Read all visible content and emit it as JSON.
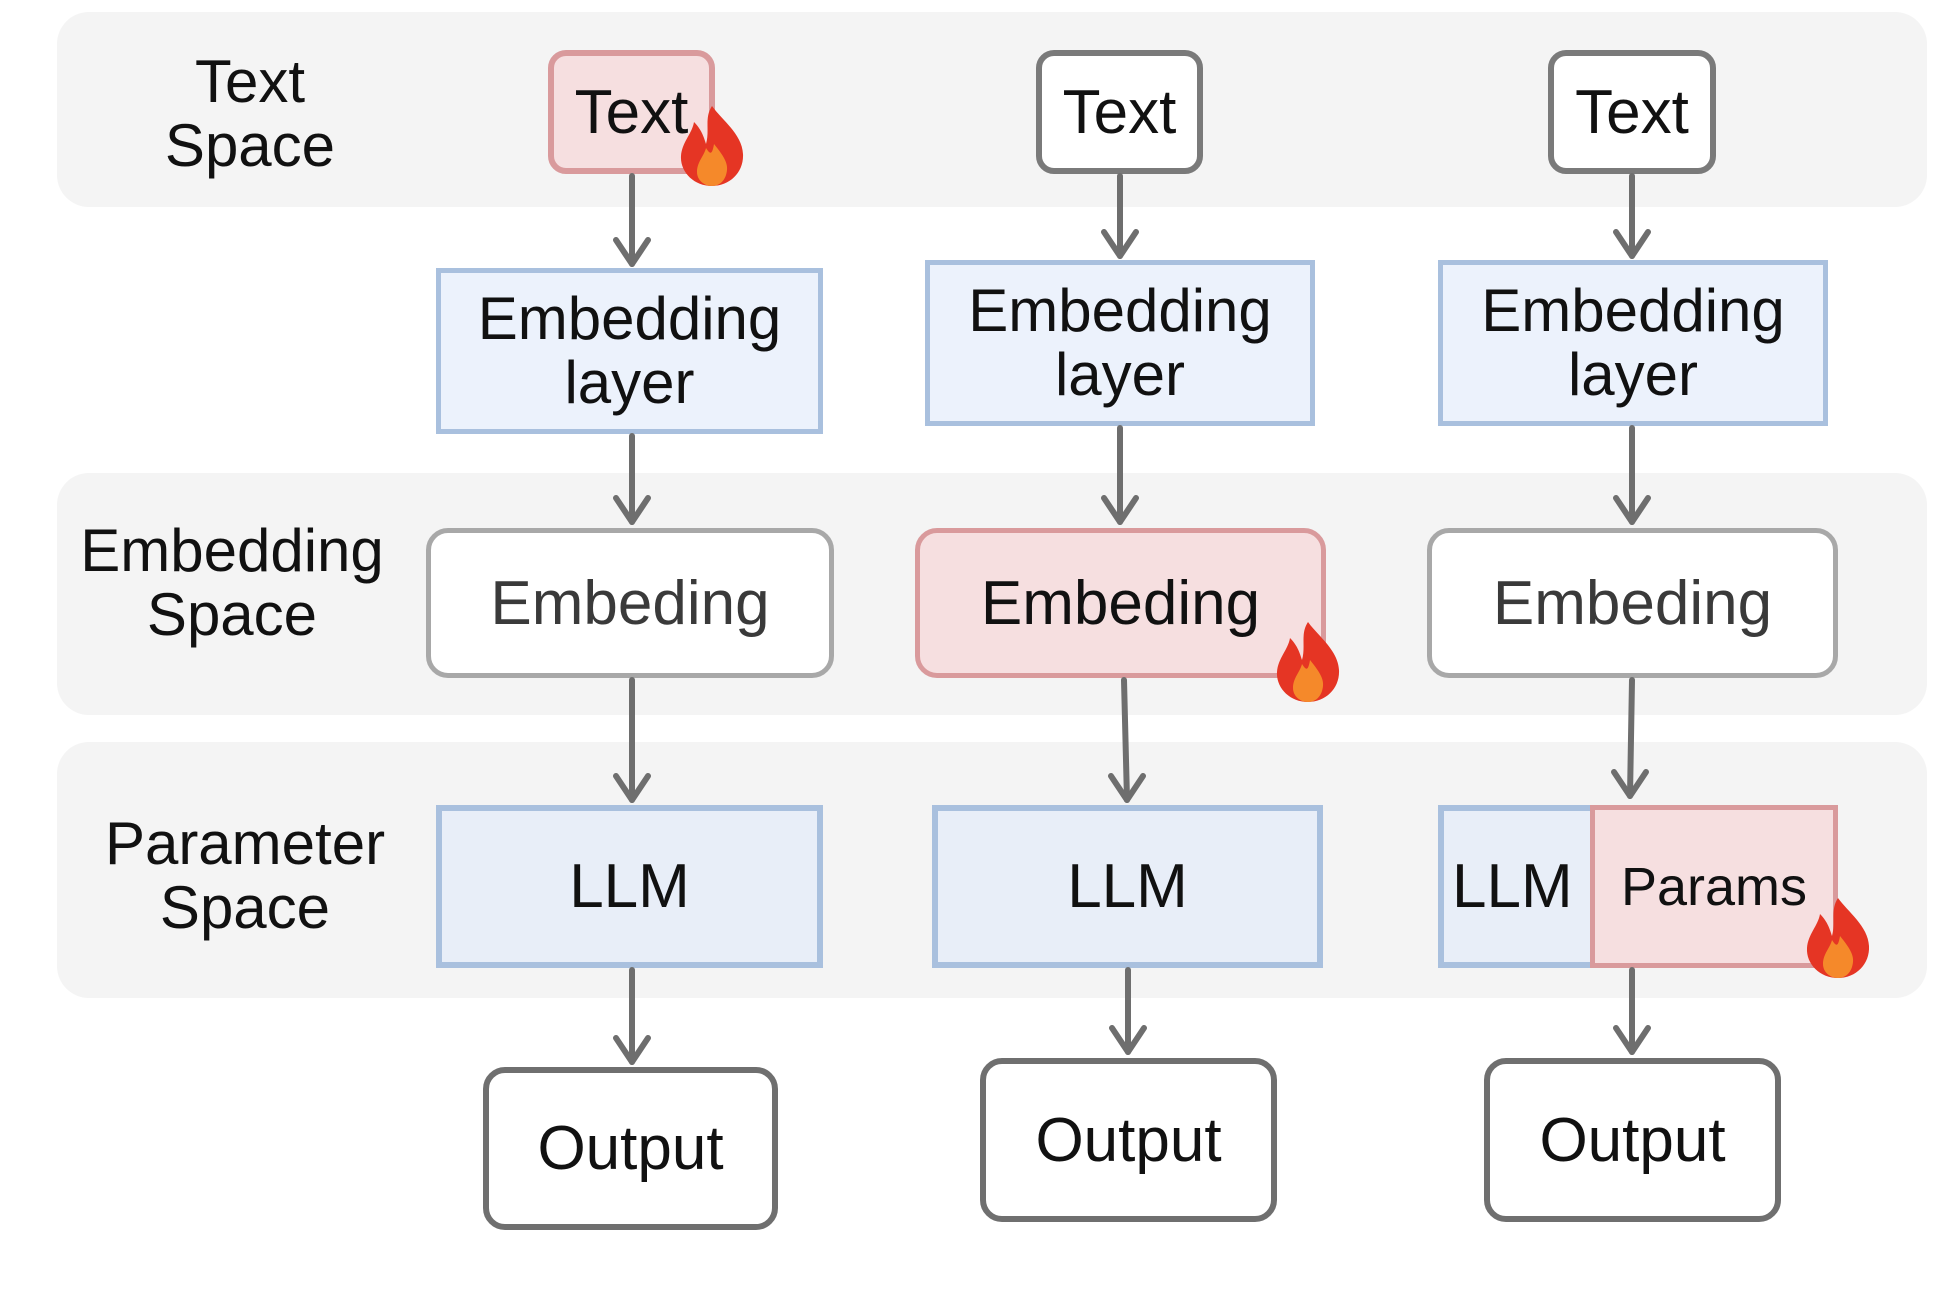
{
  "rows": {
    "text_space": "Text\nSpace",
    "embedding_space": "Embedding\nSpace",
    "parameter_space": "Parameter\nSpace"
  },
  "columns": [
    {
      "text": "Text",
      "embedding_layer": "Embedding\nlayer",
      "embedding": "Embeding",
      "llm": "LLM",
      "output": "Output",
      "trainable": "text"
    },
    {
      "text": "Text",
      "embedding_layer": "Embedding\nlayer",
      "embedding": "Embeding",
      "llm": "LLM",
      "output": "Output",
      "trainable": "embedding"
    },
    {
      "text": "Text",
      "embedding_layer": "Embedding\nlayer",
      "embedding": "Embeding",
      "llm": "LLM",
      "params": "Params",
      "output": "Output",
      "trainable": "params"
    }
  ],
  "icons": {
    "trainable_marker": "fire-icon"
  },
  "colors": {
    "trainable_fill": "#f6dfe0",
    "trainable_border": "#d99a9c",
    "model_fill": "#e8eef8",
    "model_border": "#a9c0de",
    "neutral_border": "#7a7a7a",
    "band_fill": "#f4f4f4",
    "arrow": "#6e6e6e",
    "fire_outer": "#e53524",
    "fire_inner": "#f5892a"
  }
}
